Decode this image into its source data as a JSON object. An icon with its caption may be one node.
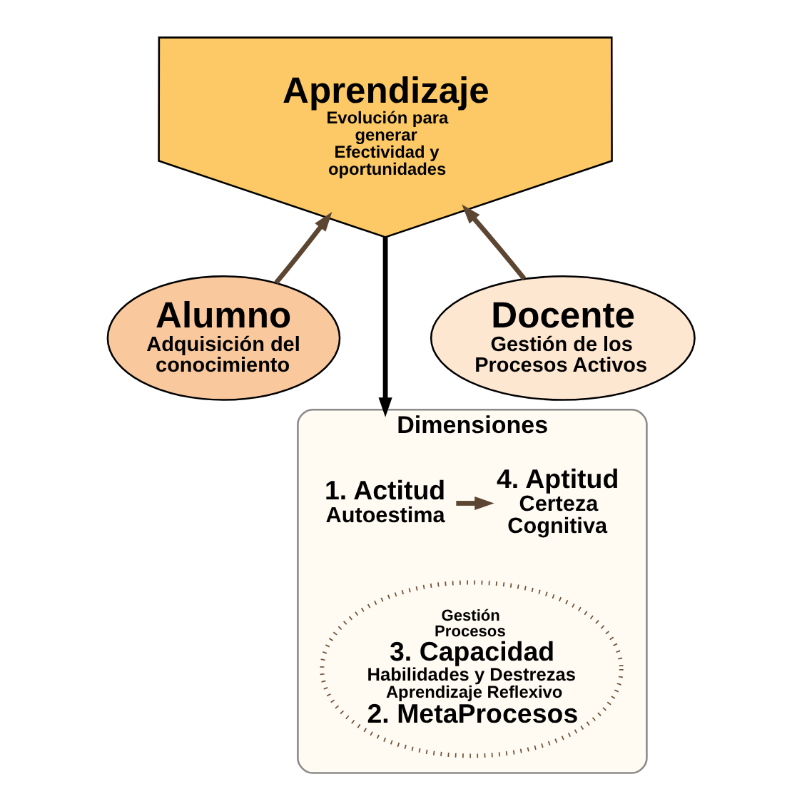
{
  "diagram": {
    "nodes": [
      {
        "text": [
          "Aprendizaje",
          "Evolución para generar Efectividad y oportunidades"
        ]
      },
      {
        "text": [
          "Alumno",
          "Adquisición del conocimiento"
        ]
      },
      {
        "text": [
          "Docente",
          "Gestión de los Procesos Activos"
        ]
      },
      {
        "text": [
          "Dimensiones"
        ]
      },
      {
        "text": [
          "1. Actitud",
          "Autoestima"
        ],
        "in": 3
      },
      {
        "text": [
          "4. Aptitud",
          "Certeza Cognitiva"
        ],
        "in": 3
      },
      {
        "text": [
          "Gestión Procesos",
          "3. Capacidad",
          "Habilidades y Destrezas",
          "Aprendizaje Reflexivo",
          "2. MetaProcesos"
        ],
        "in": 3
      }
    ],
    "edges": [
      {
        "from": 1,
        "to": 0,
        "arrow": "to"
      },
      {
        "from": 2,
        "to": 0,
        "arrow": "to"
      },
      {
        "from": 0,
        "to": 3,
        "arrow": "to",
        "color": "#000000"
      },
      {
        "from": 4,
        "to": 5,
        "arrow": "to"
      }
    ]
  }
}
